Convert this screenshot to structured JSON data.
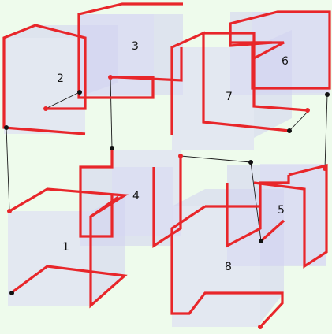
{
  "diagram": {
    "cube_labels": [
      "1",
      "2",
      "3",
      "4",
      "5",
      "6",
      "7",
      "8"
    ]
  },
  "colors": {
    "background": "#eefbec",
    "path": "#e8262a",
    "connector": "#1a1a1a",
    "cube_face": "#dcdcf4"
  }
}
